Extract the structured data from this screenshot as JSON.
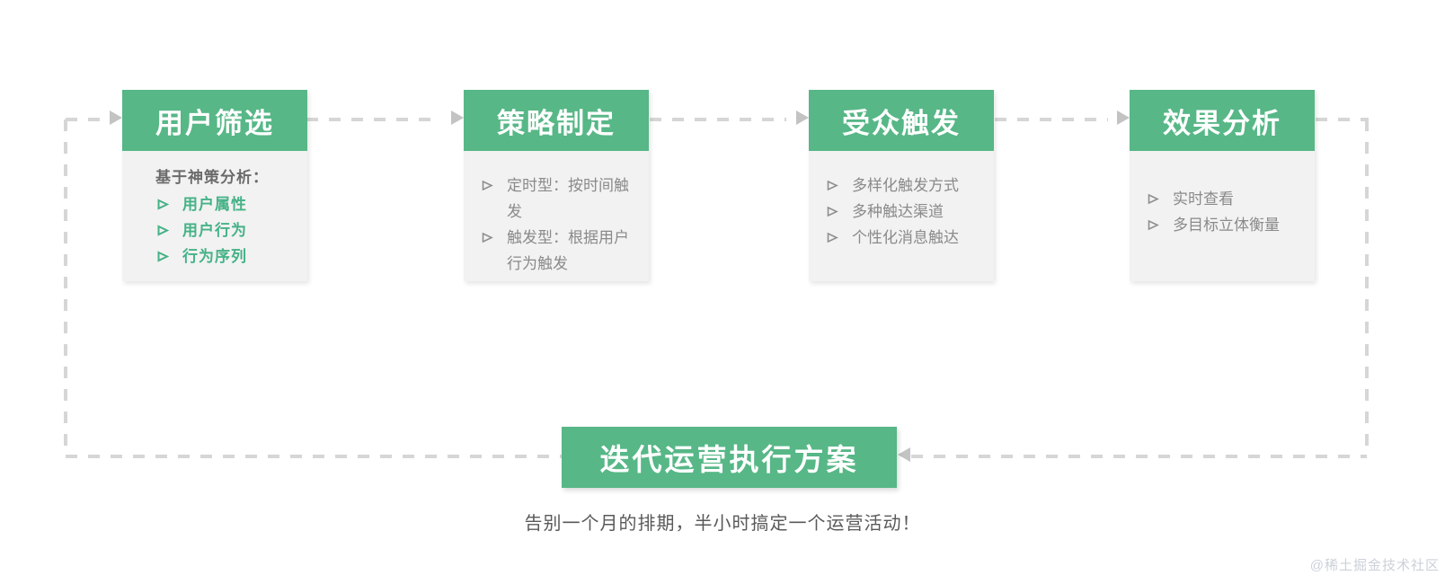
{
  "palette": {
    "green": "#57b787",
    "card_body_bg": "#f2f2f2",
    "body_text_gray": "#8a8a8a",
    "intro_text_gray": "#6b6b6b",
    "accent_item_green": "#45b287",
    "dash_line_gray": "#d6d6d6",
    "arrow_gray": "#c3c3c3"
  },
  "cards": [
    {
      "title": "用户筛选",
      "intro": "基于神策分析：",
      "items": [
        {
          "text": "用户属性",
          "accent": true
        },
        {
          "text": "用户行为",
          "accent": true
        },
        {
          "text": "行为序列",
          "accent": true
        }
      ]
    },
    {
      "title": "策略制定",
      "intro": "",
      "items": [
        {
          "text": "定时型：按时间触发"
        },
        {
          "text": "触发型：根据用户行为触发"
        }
      ]
    },
    {
      "title": "受众触发",
      "intro": "",
      "items": [
        {
          "text": "多样化触发方式"
        },
        {
          "text": "多种触达渠道"
        },
        {
          "text": "个性化消息触达"
        }
      ]
    },
    {
      "title": "效果分析",
      "intro": "",
      "items": [
        {
          "text": "实时查看"
        },
        {
          "text": "多目标立体衡量"
        }
      ]
    }
  ],
  "loop_box": {
    "title": "迭代运营执行方案"
  },
  "caption": "告别一个月的排期，半小时搞定一个运营活动！",
  "watermark": "@稀土掘金技术社区"
}
